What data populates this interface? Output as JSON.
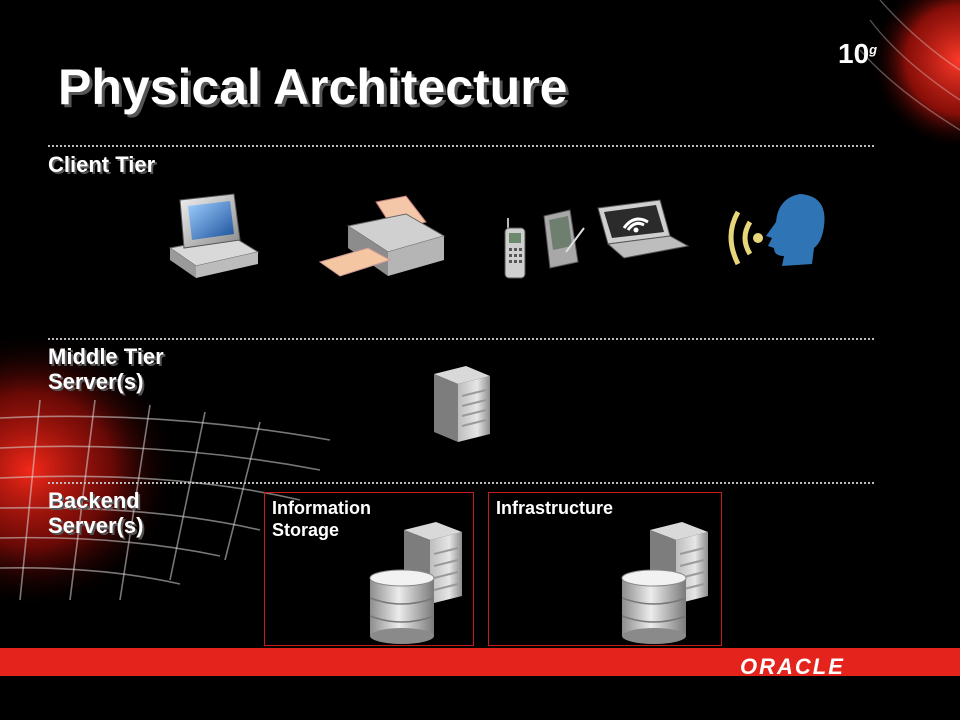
{
  "slide": {
    "title": "Physical Architecture",
    "version_badge": "10",
    "version_badge_suffix": "g",
    "brand": "ORACLE"
  },
  "tiers": {
    "client": "Client Tier",
    "middle_line1": "Middle Tier",
    "middle_line2": "Server(s)",
    "backend_line1": "Backend",
    "backend_line2": "Server(s)"
  },
  "backend_boxes": {
    "information_line1": "Information",
    "information_line2": "Storage",
    "infrastructure": "Infrastructure"
  },
  "client_icons": [
    "desktop-computer-icon",
    "printer-icon",
    "cell-phone-icon",
    "pda-icon",
    "wireless-laptop-icon",
    "voice-user-icon"
  ],
  "colors": {
    "accent": "#e3231c",
    "background": "#000000",
    "separator": "#bdbdbd"
  }
}
